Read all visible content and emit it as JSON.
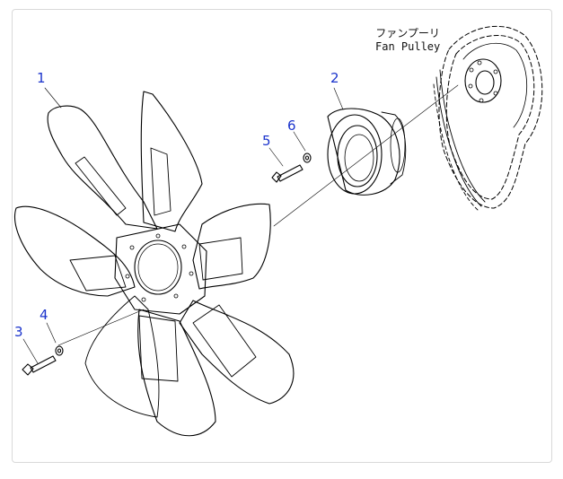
{
  "diagram": {
    "callouts": [
      {
        "id": "1",
        "label": "1"
      },
      {
        "id": "2",
        "label": "2"
      },
      {
        "id": "3",
        "label": "3"
      },
      {
        "id": "4",
        "label": "4"
      },
      {
        "id": "5",
        "label": "5"
      },
      {
        "id": "6",
        "label": "6"
      }
    ],
    "pulley_label_jp": "ファンプーリ",
    "pulley_label_en": "Fan Pulley",
    "colors": {
      "callout": "#1a33cc",
      "line": "#000000",
      "frame": "#d9d9d9"
    }
  }
}
